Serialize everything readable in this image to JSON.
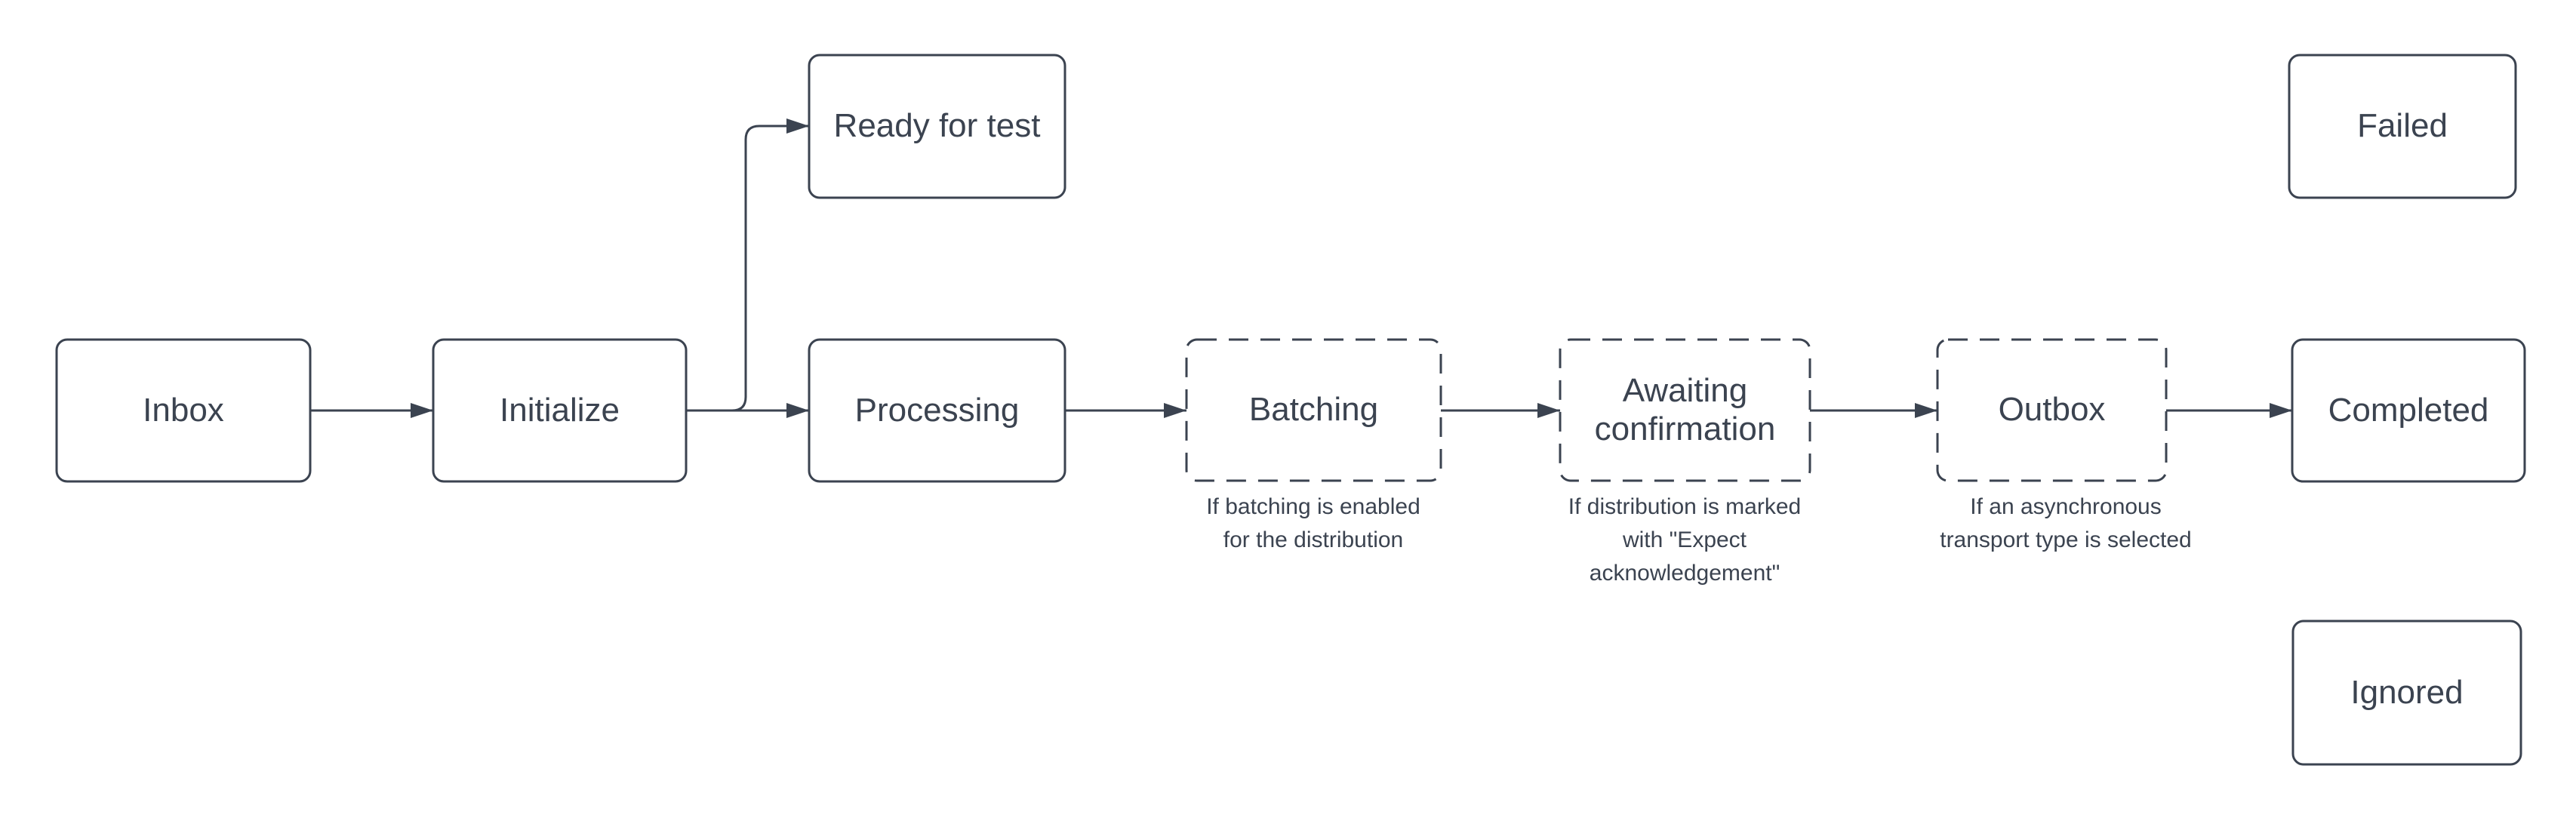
{
  "theme": {
    "stroke_color": "#3b4350",
    "text_color": "#3b4350",
    "background_color": "#ffffff",
    "node_fill_color": "#ffffff"
  },
  "nodes": [
    {
      "id": "inbox",
      "label": "Inbox",
      "border": "solid"
    },
    {
      "id": "initialize",
      "label": "Initialize",
      "border": "solid"
    },
    {
      "id": "ready-for-test",
      "label": "Ready for test",
      "border": "solid"
    },
    {
      "id": "processing",
      "label": "Processing",
      "border": "solid"
    },
    {
      "id": "batching",
      "label": "Batching",
      "border": "dashed",
      "caption": "If batching is enabled\nfor the distribution"
    },
    {
      "id": "awaiting-confirmation",
      "label": "Awaiting\nconfirmation",
      "border": "dashed",
      "caption": "If distribution is marked\nwith \"Expect\nacknowledgement\""
    },
    {
      "id": "outbox",
      "label": "Outbox",
      "border": "dashed",
      "caption": "If an asynchronous\ntransport type is selected"
    },
    {
      "id": "completed",
      "label": "Completed",
      "border": "solid"
    },
    {
      "id": "failed",
      "label": "Failed",
      "border": "solid"
    },
    {
      "id": "ignored",
      "label": "Ignored",
      "border": "solid"
    }
  ],
  "edges": [
    {
      "from": "inbox",
      "to": "initialize"
    },
    {
      "from": "initialize",
      "to": "processing"
    },
    {
      "from": "initialize",
      "to": "ready-for-test"
    },
    {
      "from": "processing",
      "to": "batching"
    },
    {
      "from": "batching",
      "to": "awaiting-confirmation"
    },
    {
      "from": "awaiting-confirmation",
      "to": "outbox"
    },
    {
      "from": "outbox",
      "to": "completed"
    }
  ]
}
